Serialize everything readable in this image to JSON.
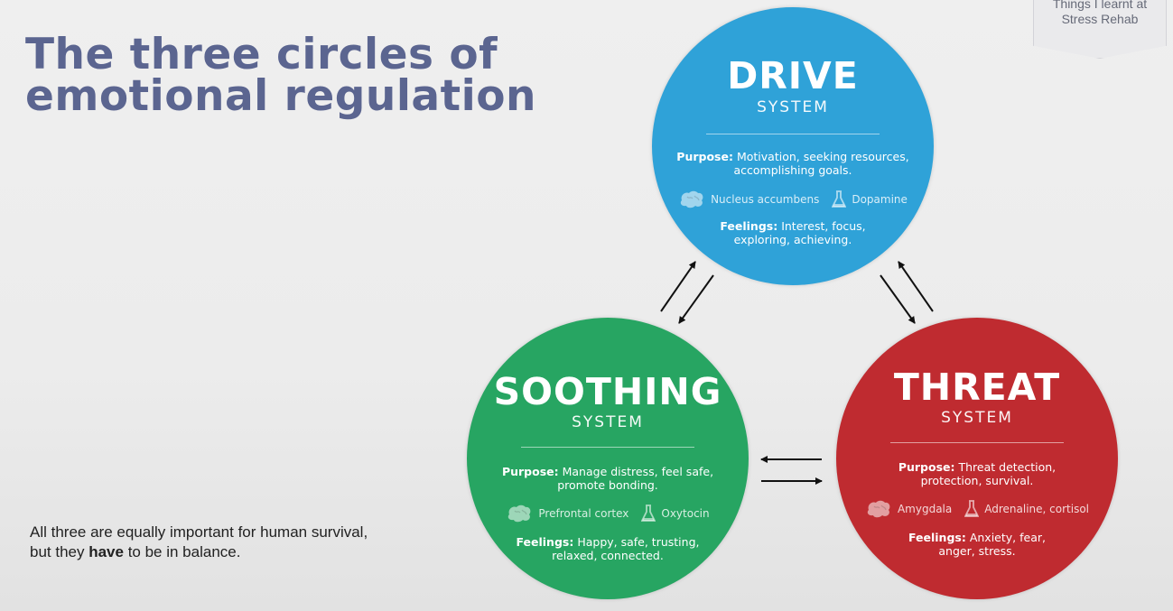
{
  "slide": {
    "title_line1": "The three circles of",
    "title_line2": "emotional regulation",
    "caption_line1": "All three are equally important for human survival,",
    "caption_pre": "but they ",
    "caption_bold": "have",
    "caption_post": " to be in balance."
  },
  "tab": {
    "line1": "Things I learnt at",
    "line2": "Stress Rehab"
  },
  "circles": {
    "drive": {
      "name": "DRIVE",
      "system": "SYSTEM",
      "purpose_label": "Purpose:",
      "purpose_line1": "Motivation, seeking resources,",
      "purpose_line2": "accomplishing goals.",
      "region": "Nucleus accumbens",
      "chemical": "Dopamine",
      "feelings_label": "Feelings:",
      "feelings_line1": "Interest, focus,",
      "feelings_line2": "exploring, achieving.",
      "color": "#2fa2d8"
    },
    "soothing": {
      "name": "SOOTHING",
      "system": "SYSTEM",
      "purpose_label": "Purpose:",
      "purpose_line1": "Manage distress, feel safe,",
      "purpose_line2": "promote bonding.",
      "region": "Prefrontal cortex",
      "chemical": "Oxytocin",
      "feelings_label": "Feelings:",
      "feelings_line1": "Happy, safe, trusting,",
      "feelings_line2": "relaxed, connected.",
      "color": "#27a562"
    },
    "threat": {
      "name": "THREAT",
      "system": "SYSTEM",
      "purpose_label": "Purpose:",
      "purpose_line1": "Threat detection,",
      "purpose_line2": "protection, survival.",
      "region": "Amygdala",
      "chemical": "Adrenaline, cortisol",
      "feelings_label": "Feelings:",
      "feelings_line1": "Anxiety, fear,",
      "feelings_line2": "anger, stress.",
      "color": "#bf2b30"
    }
  },
  "icons": {
    "region": "brain-icon",
    "chemical": "flask-icon"
  }
}
